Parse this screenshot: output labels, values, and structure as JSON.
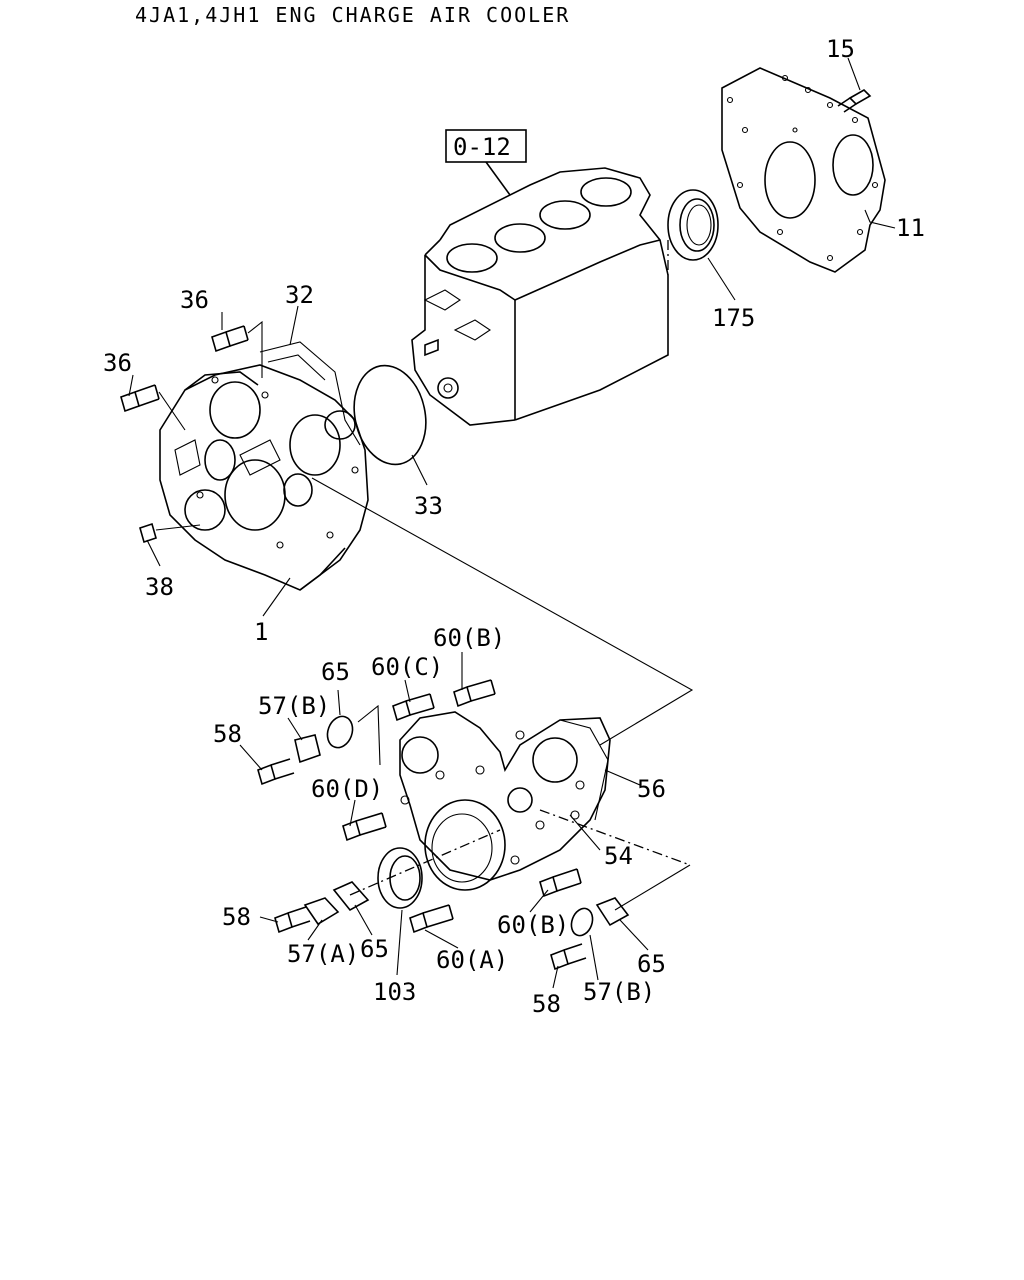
{
  "title": "4JA1,4JH1 ENG CHARGE AIR COOLER",
  "ref_box": "0-12",
  "callouts": {
    "c15": "15",
    "c11": "11",
    "c175": "175",
    "c36a": "36",
    "c36b": "36",
    "c32": "32",
    "c33": "33",
    "c38": "38",
    "c1": "1",
    "c65a": "65",
    "c57b1": "57(B)",
    "c58a": "58",
    "c60c": "60(C)",
    "c60b1": "60(B)",
    "c56": "56",
    "c60d": "60(D)",
    "c54": "54",
    "c58b": "58",
    "c57a": "57(A)",
    "c65b": "65",
    "c103": "103",
    "c60a": "60(A)",
    "c60b2": "60(B)",
    "c65c": "65",
    "c58c": "58",
    "c57b2": "57(B)"
  }
}
